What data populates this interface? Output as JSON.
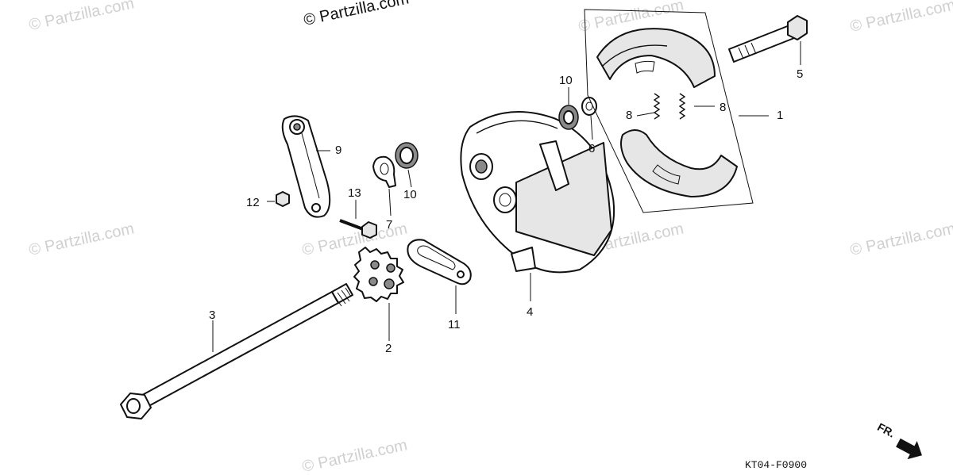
{
  "watermark": {
    "main": "© Partzilla.com",
    "faint": [
      "© Partzilla.com",
      "© Partzilla.com",
      "© Partzilla.com",
      "© Partzilla.com",
      "© Partzilla.com",
      "© Partzilla.com",
      "© Partzilla.com",
      "© Partzilla.com"
    ]
  },
  "diagram_code": "KT04-F0900",
  "direction_label": "FR.",
  "callouts": [
    "1",
    "2",
    "3",
    "4",
    "5",
    "6",
    "7",
    "8",
    "8",
    "9",
    "10",
    "10",
    "11",
    "12",
    "13"
  ]
}
